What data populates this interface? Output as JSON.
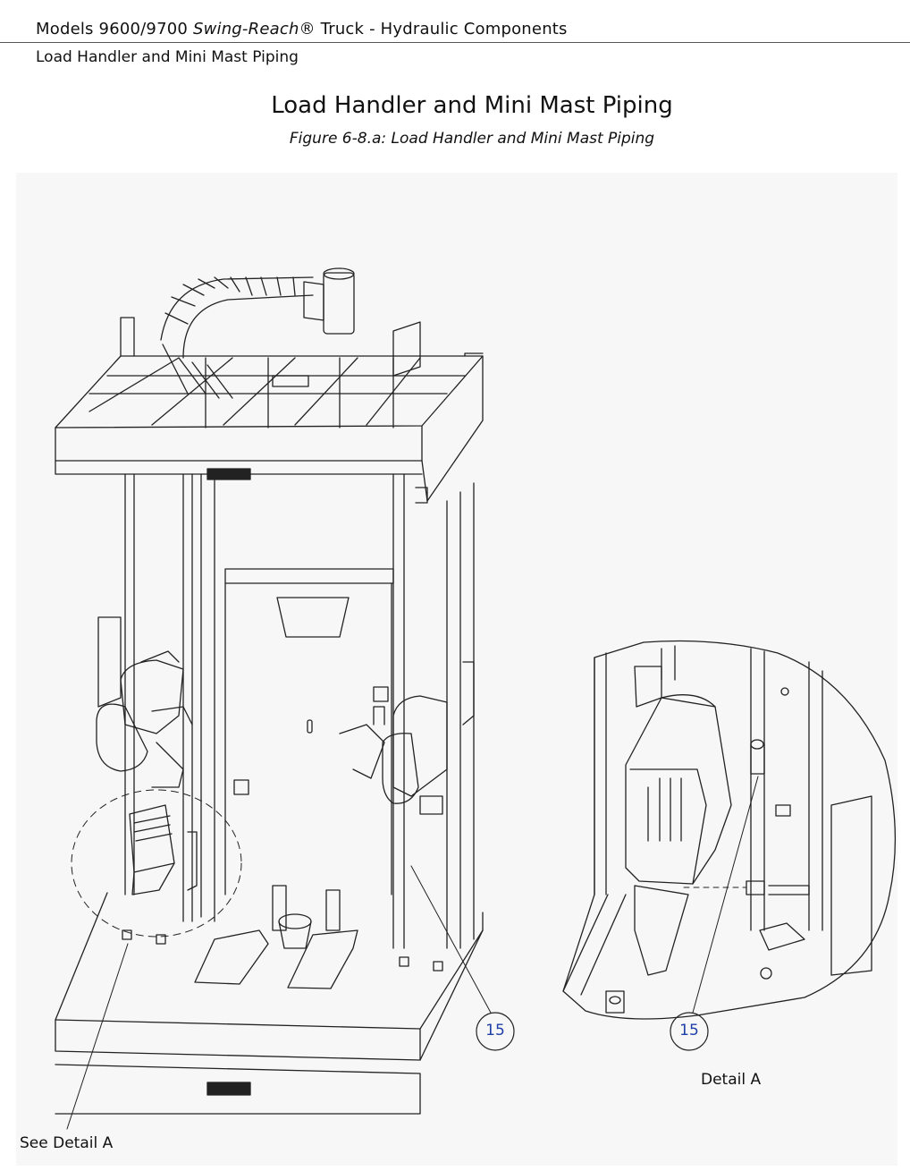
{
  "header": {
    "line1_prefix": "Models 9600/9700 ",
    "line1_italic": "Swing-Reach",
    "line1_suffix": "® Truck - Hydraulic Components",
    "line2": "Load Handler and Mini Mast Piping"
  },
  "title": "Load Handler and Mini Mast Piping",
  "caption": "Figure 6-8.a: Load Handler and Mini Mast Piping",
  "figure": {
    "callouts": [
      {
        "number": "15"
      },
      {
        "number": "15"
      }
    ],
    "detail_label": "Detail A",
    "see_detail_label": "See Detail A"
  }
}
